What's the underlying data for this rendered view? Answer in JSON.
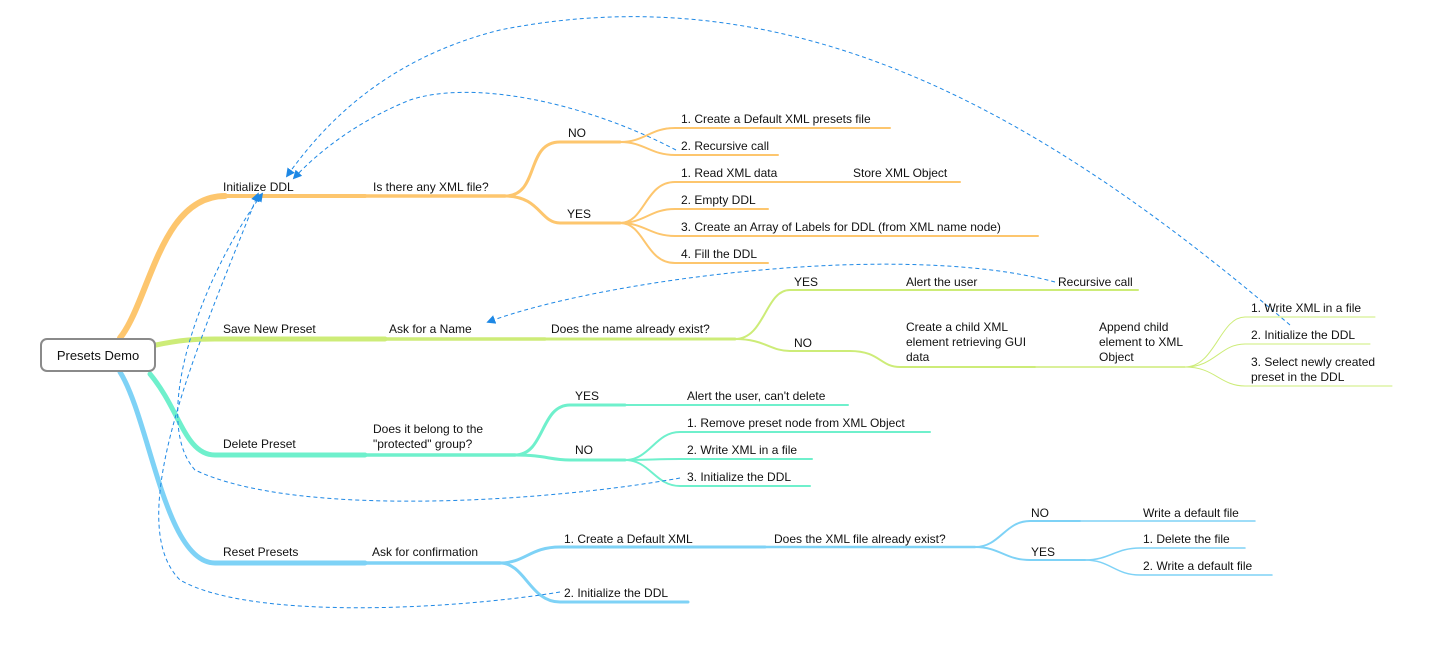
{
  "root": "Presets Demo",
  "colors": {
    "orange": "#fdc66e",
    "green": "#cdec78",
    "teal": "#6ff0cc",
    "blue": "#7ed2f6",
    "arrow": "#1e88e5"
  },
  "initialize_ddl": {
    "label": "Initialize DDL",
    "question": "Is there any XML file?",
    "no": {
      "label": "NO",
      "steps": [
        "1. Create a Default XML presets file",
        "2. Recursive call"
      ]
    },
    "yes": {
      "label": "YES",
      "steps": [
        "1. Read XML data",
        "2. Empty DDL",
        "3. Create an Array of Labels for DDL (from XML name node)",
        "4. Fill the DDL"
      ],
      "store": "Store XML Object"
    }
  },
  "save_new_preset": {
    "label": "Save New Preset",
    "ask": "Ask for a Name",
    "question": "Does the name already exist?",
    "yes": {
      "label": "YES",
      "alert": "Alert the user",
      "recursive": "Recursive call"
    },
    "no": {
      "label": "NO",
      "create": "Create a child XML element retrieving GUI data",
      "append": "Append child element to XML Object",
      "steps": [
        "1. Write XML in a file",
        "2. Initialize the DDL",
        "3. Select newly created preset in the DDL"
      ]
    }
  },
  "delete_preset": {
    "label": "Delete Preset",
    "question": "Does it belong to the \"protected\" group?",
    "yes": {
      "label": "YES",
      "alert": "Alert the user, can't delete"
    },
    "no": {
      "label": "NO",
      "steps": [
        "1. Remove preset node from XML Object",
        "2. Write XML in a file",
        "3. Initialize the DDL"
      ]
    }
  },
  "reset_presets": {
    "label": "Reset Presets",
    "ask": "Ask for confirmation",
    "create": "1. Create a Default XML",
    "question": "Does the XML file already exist?",
    "no": {
      "label": "NO",
      "write": "Write a default file"
    },
    "yes": {
      "label": "YES",
      "steps": [
        "1. Delete the file",
        "2. Write a default file"
      ]
    },
    "init": "2. Initialize the DDL"
  }
}
